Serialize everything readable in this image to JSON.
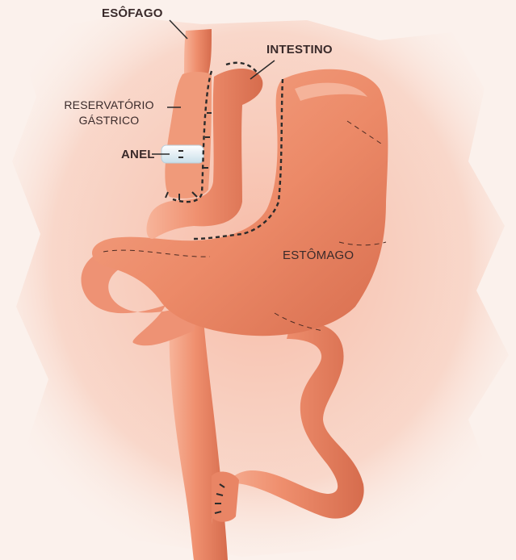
{
  "labels": {
    "esophagus": "ESÔFAGO",
    "intestine": "INTESTINO",
    "reservoir_line1": "RESERVATÓRIO",
    "reservoir_line2": "GÁSTRICO",
    "ring": "ANEL",
    "stomach": "ESTÔMAGO"
  },
  "colors": {
    "background": "#fbf1ec",
    "halo": "#f6b89f",
    "organ": "#ef8f6e",
    "organ_light": "#f7b49a",
    "organ_dark": "#d66c4d",
    "ring": "#dfeef5",
    "suture": "#2b2b2b",
    "text": "#3a2a2a"
  }
}
